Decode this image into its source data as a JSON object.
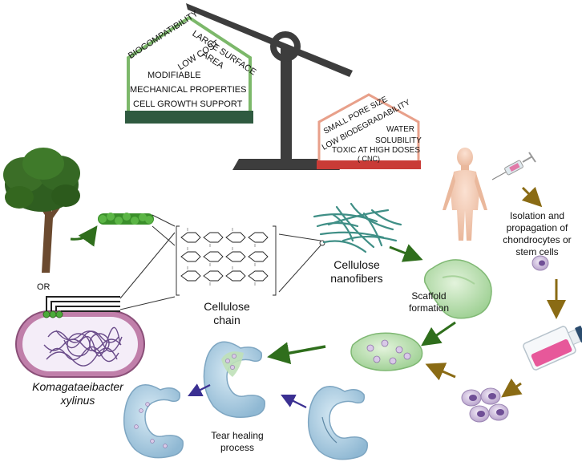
{
  "balance": {
    "pros": {
      "biocompatibility": "BIOCOMPATIBILITY",
      "large_surface": "LARGE SURFACE",
      "area": "AREA",
      "low_cost": "LOW COST",
      "modifiable": "MODIFIABLE",
      "mechanical": "MECHANICAL PROPERTIES",
      "cell_growth": "CELL GROWTH SUPPORT"
    },
    "cons": {
      "small_pore": "SMALL PORE SIZE",
      "low_biodegradability": "LOW BIODEGRADABILITY",
      "water": "WATER",
      "solubility": "SOLUBILITY",
      "toxic": "TOXIC AT HIGH DOSES",
      "cnc": "( CNC)"
    }
  },
  "labels": {
    "or": "OR",
    "bacterium_line1": "Komagataeibacter",
    "bacterium_line2": "xylinus",
    "cellulose_chain_line1": "Cellulose",
    "cellulose_chain_line2": "chain",
    "nanofibers_line1": "Cellulose",
    "nanofibers_line2": "nanofibers",
    "scaffold_line1": "Scaffold",
    "scaffold_line2": "formation",
    "isolation_line1": "Isolation and",
    "isolation_line2": "propagation of",
    "isolation_line3": "chondrocytes or",
    "isolation_line4": "stem cells",
    "tear_line1": "Tear healing",
    "tear_line2": "process"
  },
  "colors": {
    "pros_border": "#7cb86a",
    "pros_base": "#2f5a40",
    "cons_border": "#e8a08a",
    "cons_base": "#c93b36",
    "balance": "#3d3d3d",
    "arrow_green": "#2f6e1c",
    "arrow_olive": "#8a6b14",
    "arrow_purple": "#3b3092",
    "tissue_blue": "#a9cbe0",
    "scaffold_green": "#bfe0b8",
    "flask_pink": "#e7589a"
  }
}
